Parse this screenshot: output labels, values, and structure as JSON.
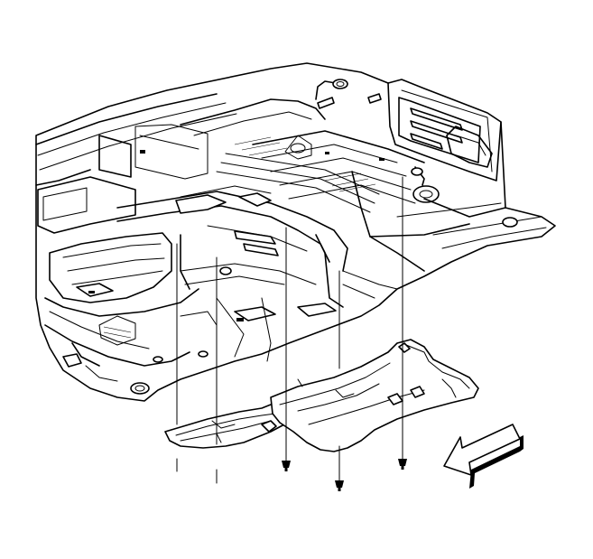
{
  "figure": {
    "subject": "underbody-floor-pan",
    "parts": [
      "front-floor-panel-shield",
      "rear-floor-panel-shield"
    ],
    "fasteners": 5,
    "direction": "front",
    "colors": {
      "line": "#000000",
      "background": "#ffffff",
      "shade": "#d8d8d8"
    }
  }
}
